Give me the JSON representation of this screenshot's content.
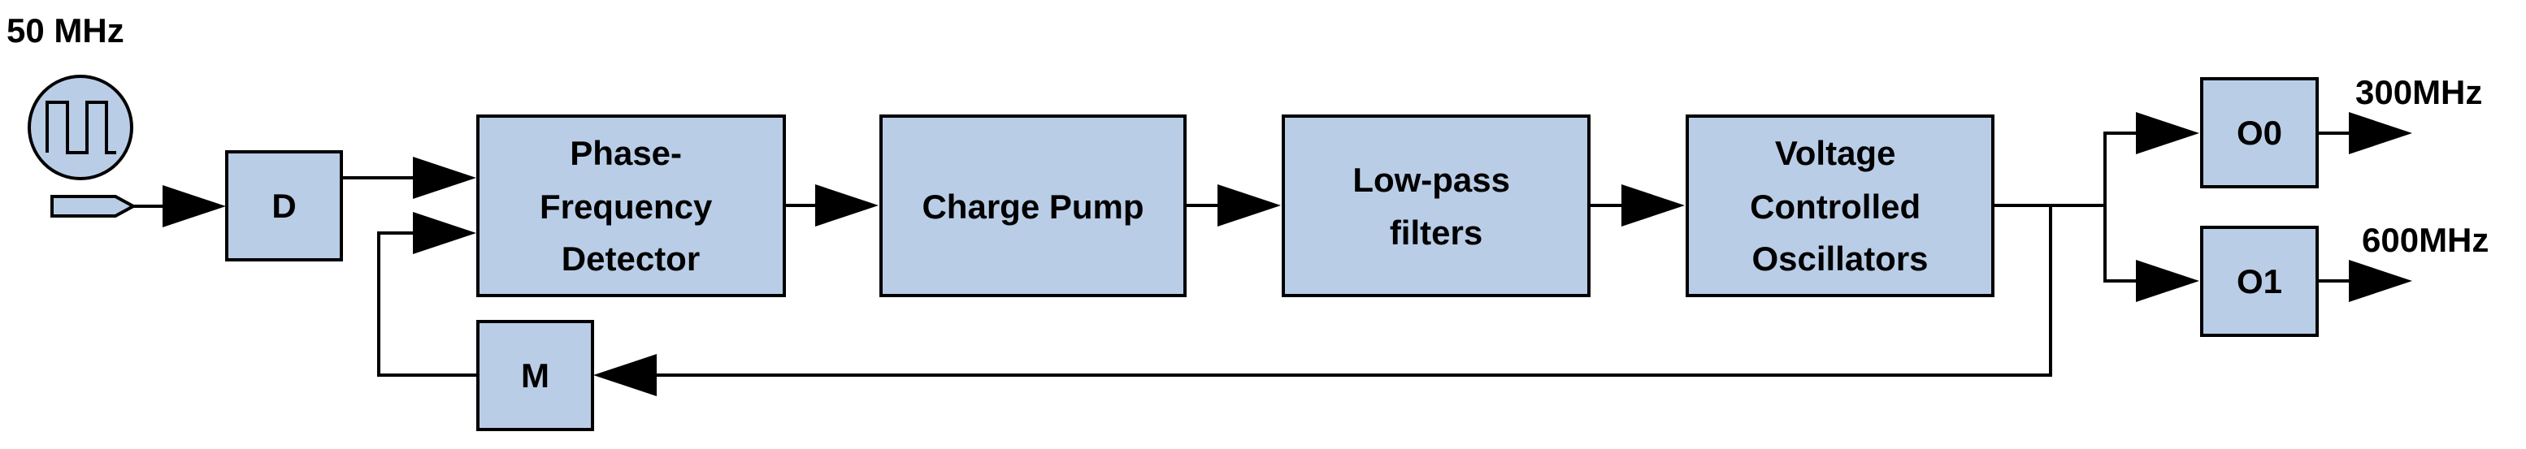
{
  "diagram": {
    "type": "block-diagram",
    "title": "",
    "input_clock": {
      "label": "50 MHz"
    },
    "blocks": {
      "divider": {
        "label": "D"
      },
      "pfd": {
        "lines": [
          "Phase-",
          "Frequency",
          "Detector"
        ]
      },
      "charge_pump": {
        "lines": [
          "Charge Pump"
        ]
      },
      "lpf": {
        "lines": [
          "Low-pass",
          "filters"
        ]
      },
      "vco": {
        "lines": [
          "Voltage",
          "Controlled",
          "Oscillators"
        ]
      },
      "feedback_divider": {
        "label": "M"
      },
      "out0": {
        "label": "O0"
      },
      "out1": {
        "label": "O1"
      }
    },
    "outputs": {
      "out0_freq": "300MHz",
      "out1_freq": "600MHz"
    }
  }
}
